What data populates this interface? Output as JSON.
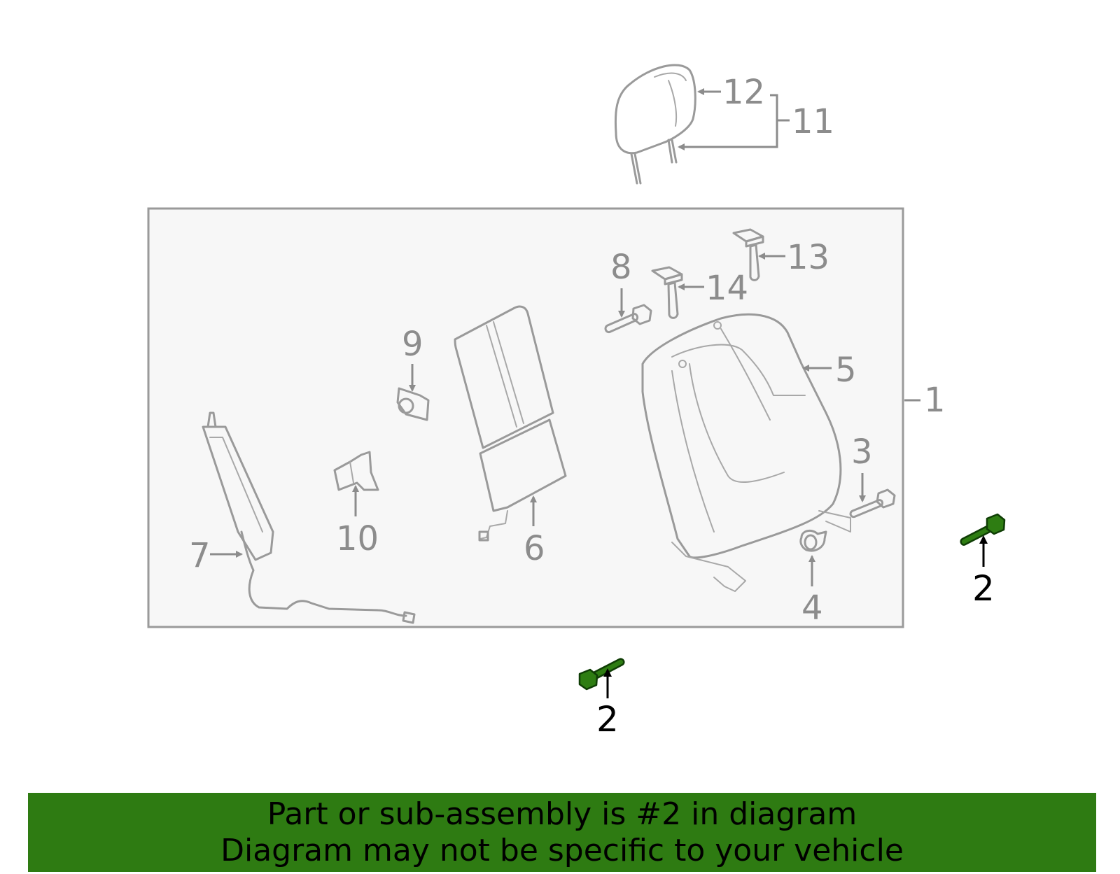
{
  "callouts": {
    "c1": "1",
    "c2a": "2",
    "c2b": "2",
    "c3": "3",
    "c4": "4",
    "c5": "5",
    "c6": "6",
    "c7": "7",
    "c8": "8",
    "c9": "9",
    "c10": "10",
    "c11": "11",
    "c12": "12",
    "c13": "13",
    "c14": "14"
  },
  "highlighted_part": "2",
  "colors": {
    "highlight": "#2e7d12",
    "banner": "#2e7b12",
    "line_art": "#9a9a9a",
    "box_fill": "#f7f7f7"
  },
  "banner": {
    "line1": "Part or sub-assembly is #2 in diagram",
    "line2": "Diagram may not be specific to your vehicle"
  }
}
